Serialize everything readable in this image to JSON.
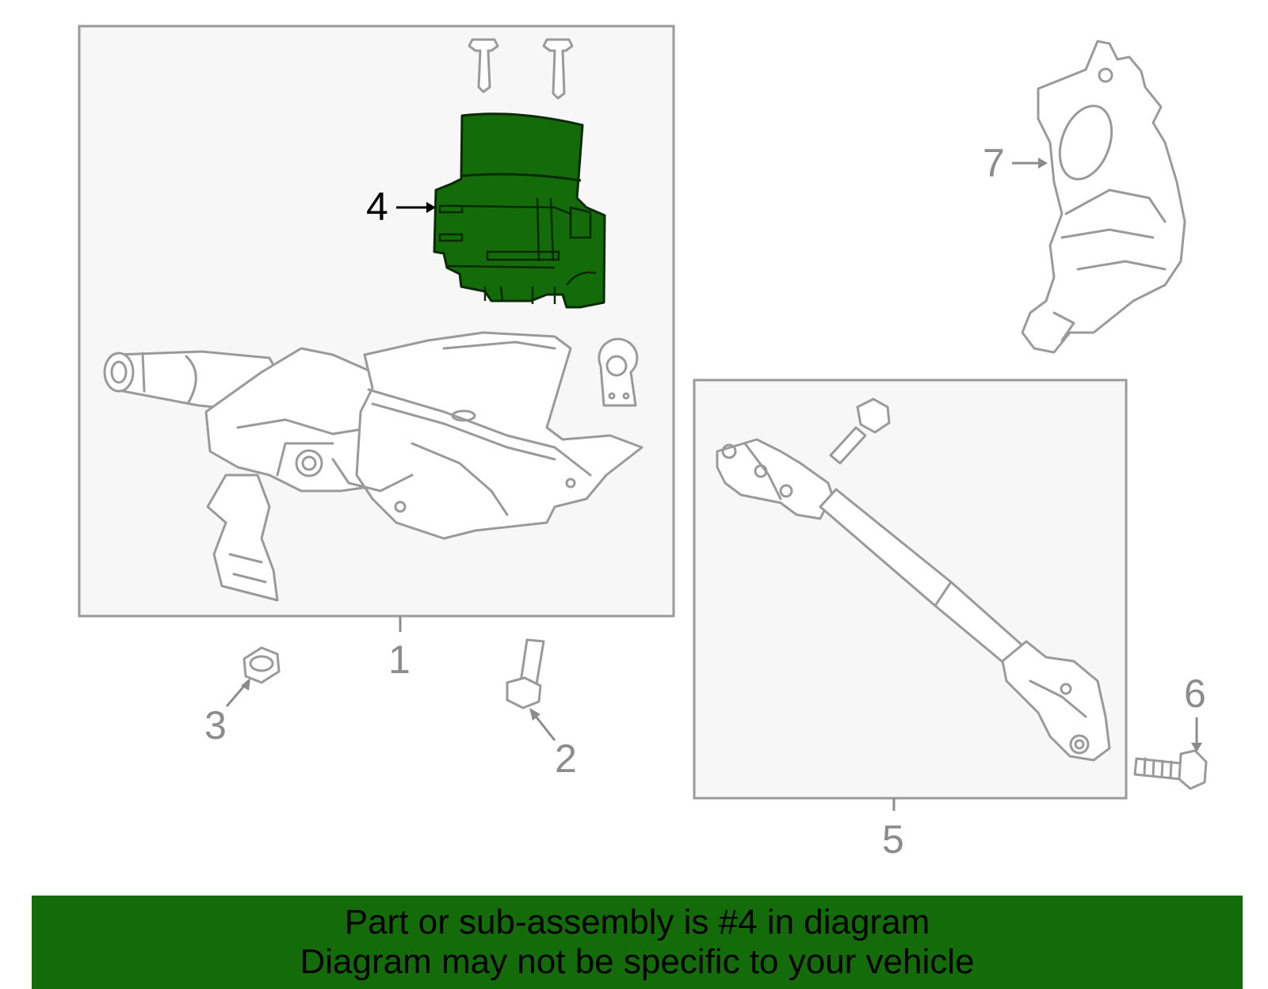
{
  "callouts": {
    "c1": "1",
    "c2": "2",
    "c3": "3",
    "c4": "4",
    "c5": "5",
    "c6": "6",
    "c7": "7"
  },
  "highlighted_part": "4",
  "colors": {
    "highlight": "#146b09",
    "banner": "#146b09",
    "line": "#9a9a9a",
    "box_fill": "#f7f7f7"
  },
  "banner": {
    "line1": "Part or sub-assembly is #4 in diagram",
    "line2": "Diagram may not be specific to your vehicle"
  }
}
